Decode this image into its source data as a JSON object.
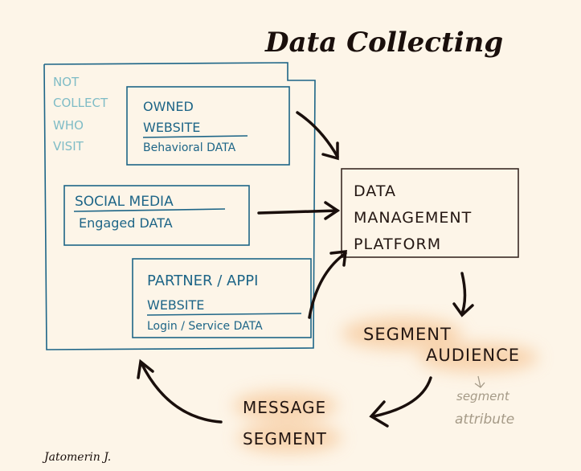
{
  "title": "Data Collecting",
  "outer_note": [
    "NOT",
    "COLLECT",
    "WHO",
    "VISIT"
  ],
  "owned_website": {
    "line1": "OWNED",
    "line2": "WEBSITE",
    "data": "Behavioral DATA"
  },
  "social_media": {
    "line1": "SOCIAL MEDIA",
    "data": "Engaged DATA"
  },
  "partner": {
    "line1": "PARTNER / APPI",
    "line2": "WEBSITE",
    "data": "Login / Service DATA"
  },
  "dmp": [
    "DATA",
    "MANAGEMENT",
    "PLATFORM"
  ],
  "segment_audience": [
    "SEGMENT",
    "AUDIENCE"
  ],
  "segment_attribute": [
    "segment",
    "attribute"
  ],
  "message_segment": [
    "MESSAGE",
    "SEGMENT"
  ],
  "signature": "Jatomerin J.",
  "colors": {
    "background": "#fdf5e8",
    "ink_blue": "#1d6587",
    "ink_dark": "#231612",
    "highlight": "#f6c89a"
  }
}
